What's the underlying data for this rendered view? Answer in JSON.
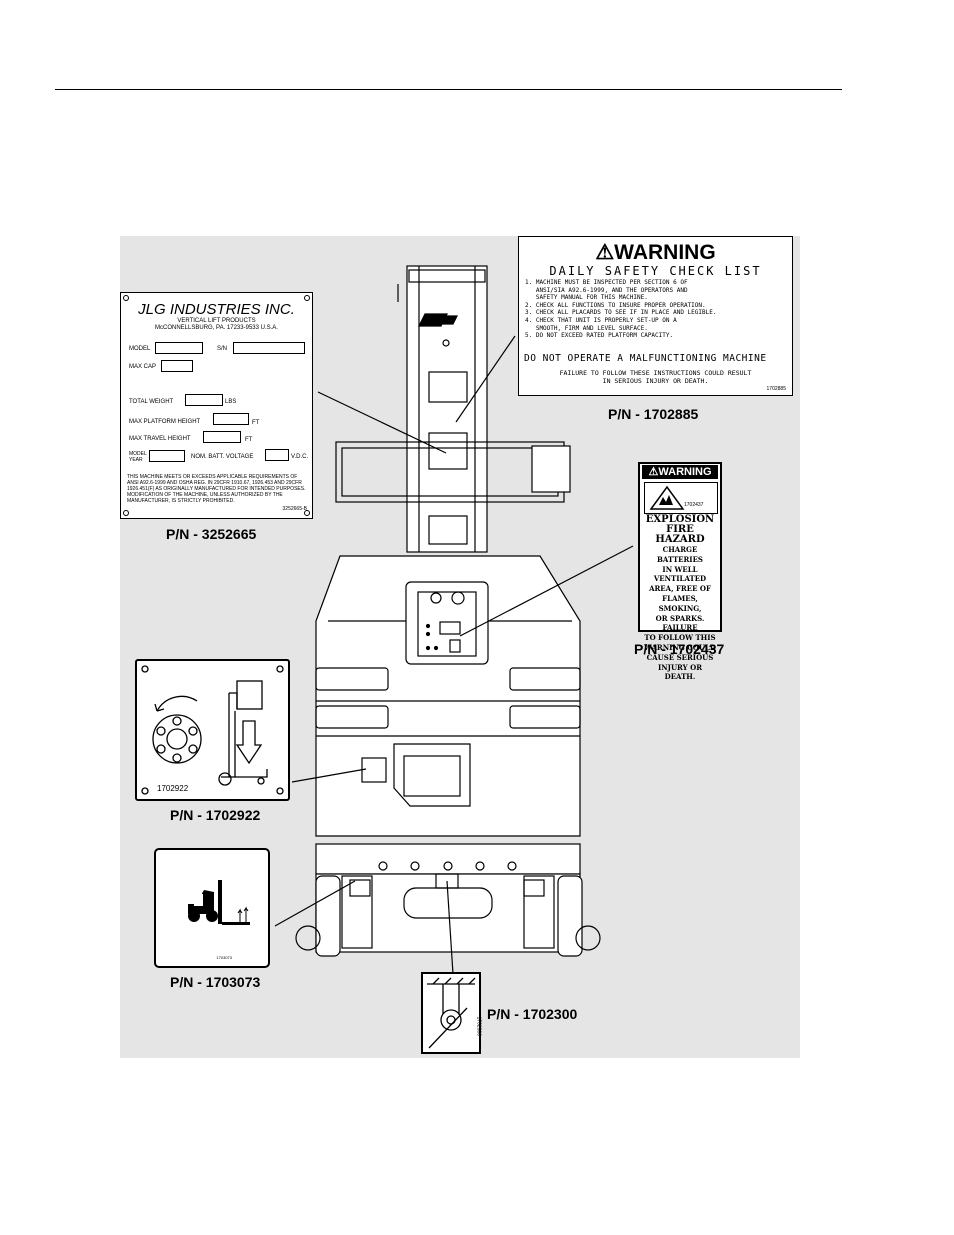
{
  "id_plate": {
    "company": "JLG INDUSTRIES INC.",
    "division": "VERTICAL LIFT PRODUCTS",
    "address": "McCONNELLSBURG, PA. 17233-9533 U.S.A.",
    "model_label": "MODEL",
    "sn_label": "S/N",
    "max_cap_label": "MAX CAP",
    "total_weight_label": "TOTAL WEIGHT",
    "lbs_unit": "LBS",
    "max_platform_height_label": "MAX PLATFORM HEIGHT",
    "ft_unit_1": "FT",
    "max_travel_height_label": "MAX TRAVEL HEIGHT",
    "ft_unit_2": "FT",
    "model_year_label": "MODEL YEAR",
    "nom_batt_voltage_label": "NOM. BATT. VOLTAGE",
    "vdc_unit": "V.D.C.",
    "compliance_text": "THIS MACHINE MEETS OR EXCEEDS APPLICABLE REQUIREMENTS OF ANSI A92.6-1999 AND OSHA REG. IN 29CFR 1910.67, 1926.453 AND 29CFR 1926.451(F) AS ORIGINALLY MANUFACTURED FOR INTENDED PURPOSES. MODIFICATION OF THE MACHINE, UNLESS AUTHORIZED BY THE MANUFACTURER, IS STRICTLY PROHIBITED.",
    "decal_number": "3252665-B"
  },
  "warning_checklist": {
    "header": "WARNING",
    "subtitle": "DAILY SAFETY CHECK LIST",
    "items": [
      "1. MACHINE MUST BE INSPECTED PER SECTION 6 OF",
      "   ANSI/SIA A92.6-1999, AND THE OPERATORS AND",
      "   SAFETY MANUAL FOR THIS MACHINE.",
      "2. CHECK ALL FUNCTIONS TO INSURE PROPER OPERATION.",
      "3. CHECK ALL PLACARDS TO SEE IF IN PLACE AND LEGIBLE.",
      "4. CHECK THAT UNIT IS PROPERLY SET-UP ON A",
      "   SMOOTH, FIRM AND LEVEL SURFACE.",
      "5. DO NOT EXCEED RATED PLATFORM CAPACITY."
    ],
    "do_not_operate": "DO NOT OPERATE A MALFUNCTIONING MACHINE",
    "failure_line1": "FAILURE TO FOLLOW THESE INSTRUCTIONS COULD RESULT",
    "failure_line2": "IN SERIOUS INJURY OR DEATH.",
    "decal_number": "1702885"
  },
  "explosion_warning": {
    "header": "WARNING",
    "decal_number": "1702437",
    "line1": "EXPLOSION",
    "line2": "FIRE HAZARD",
    "body_lines": [
      "CHARGE BATTERIES",
      "IN WELL VENTILATED",
      "AREA, FREE OF",
      "FLAMES, SMOKING,",
      "OR SPARKS. FAILURE",
      "TO FOLLOW THIS",
      "WARNING COULD",
      "CAUSE SERIOUS",
      "INJURY OR DEATH."
    ]
  },
  "lowering_decal": {
    "decal_number": "1702922"
  },
  "forklift_decal": {
    "decal_number": "1703073"
  },
  "tiedown_decal": {
    "decal_number": "1702300"
  },
  "part_numbers": {
    "id_plate": "P/N - 3252665",
    "checklist": "P/N - 1702885",
    "explosion": "P/N - 1702437",
    "lowering": "P/N - 1702922",
    "forklift": "P/N - 1703073",
    "tiedown": "P/N - 1702300"
  }
}
